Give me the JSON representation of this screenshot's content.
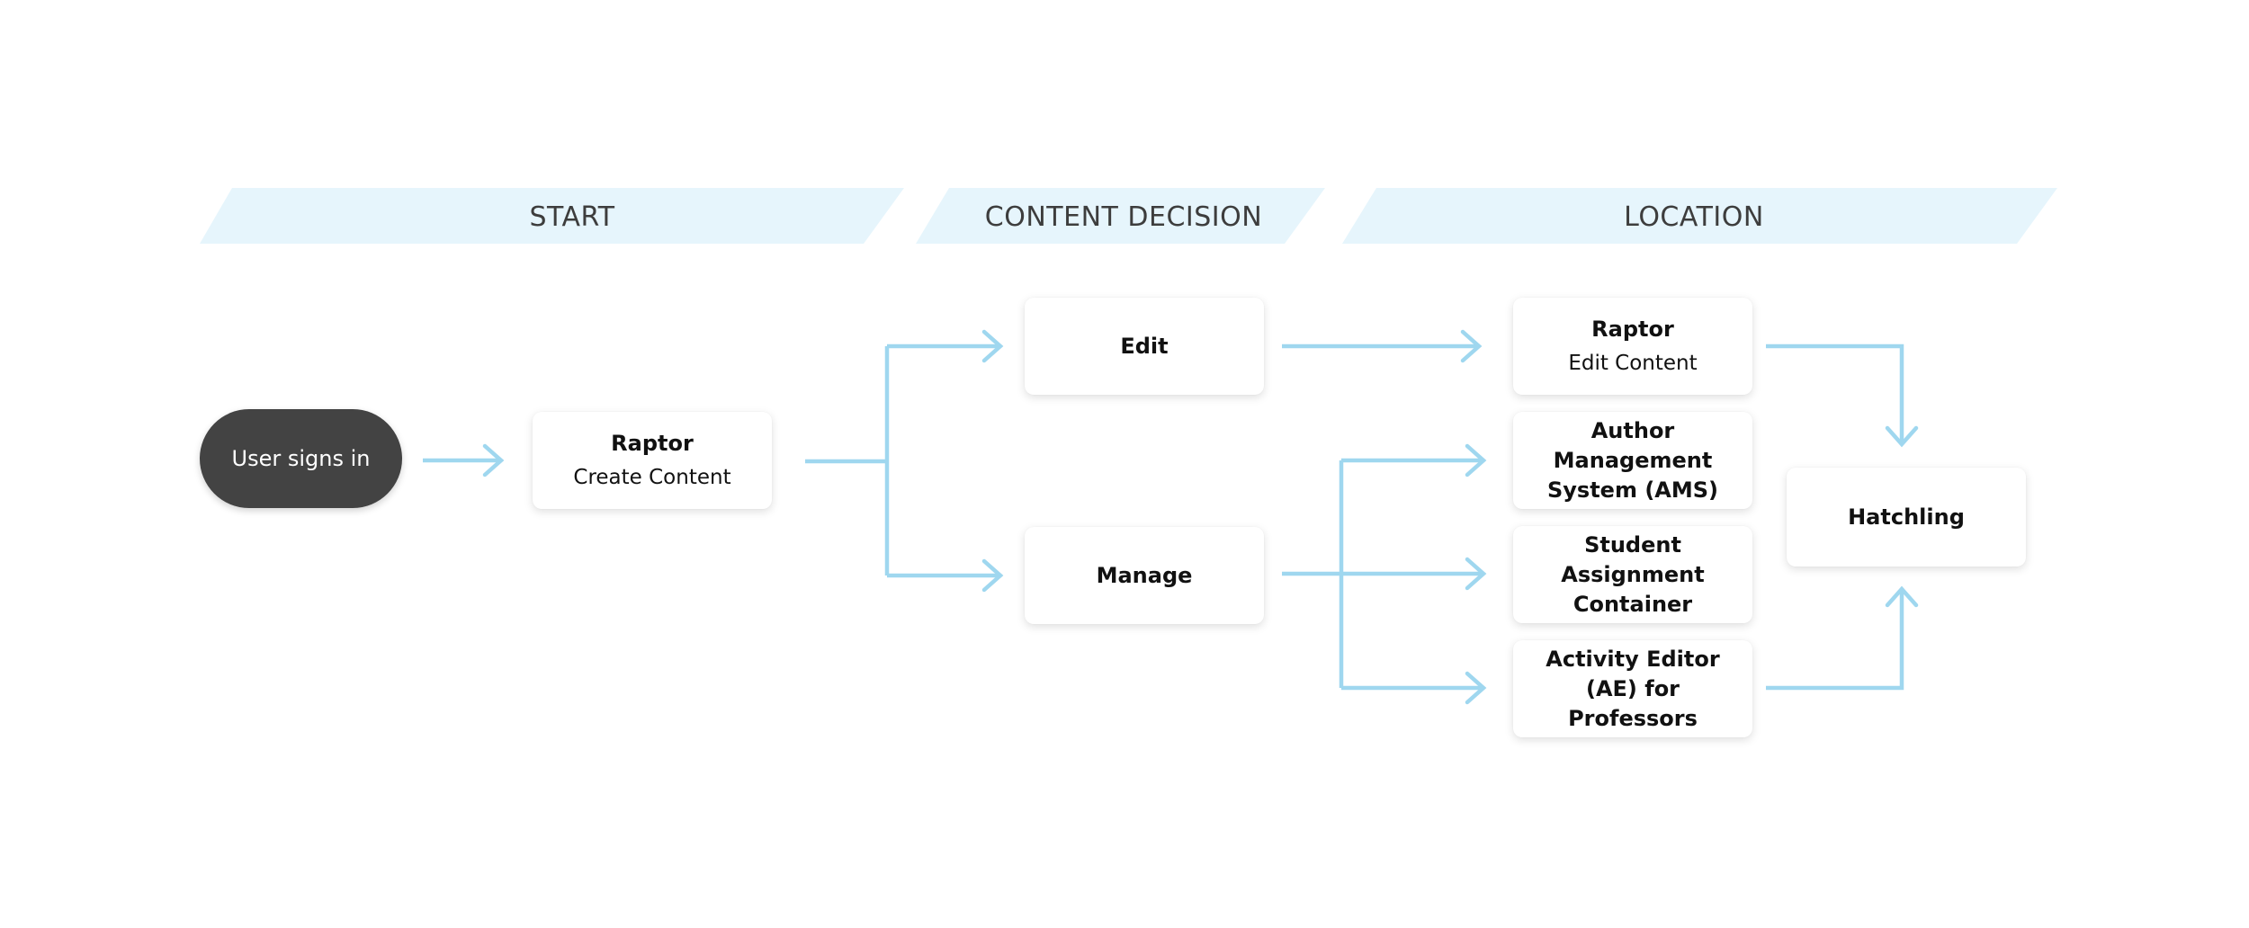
{
  "lanes": [
    {
      "label": "START"
    },
    {
      "label": "CONTENT DECISION"
    },
    {
      "label": "LOCATION"
    }
  ],
  "nodes": {
    "user_signs_in": {
      "title": "User signs in"
    },
    "raptor_create": {
      "title": "Raptor",
      "subtitle": "Create Content"
    },
    "edit": {
      "title": "Edit"
    },
    "manage": {
      "title": "Manage"
    },
    "raptor_edit": {
      "title": "Raptor",
      "subtitle": "Edit Content"
    },
    "ams": {
      "title": "Author Management System (AMS)"
    },
    "student_assignment": {
      "title": "Student Assignment Container"
    },
    "activity_editor": {
      "title": "Activity Editor (AE) for Professors"
    },
    "hatchling": {
      "title": "Hatchling"
    }
  },
  "edges": [
    {
      "from": "User signs in",
      "to": "Raptor Create Content"
    },
    {
      "from": "Raptor Create Content",
      "to": "Edit"
    },
    {
      "from": "Raptor Create Content",
      "to": "Manage"
    },
    {
      "from": "Edit",
      "to": "Raptor Edit Content"
    },
    {
      "from": "Manage",
      "to": "Author Management System (AMS)"
    },
    {
      "from": "Manage",
      "to": "Student Assignment Container"
    },
    {
      "from": "Manage",
      "to": "Activity Editor (AE) for Professors"
    },
    {
      "from": "Raptor Edit Content",
      "to": "Hatchling"
    },
    {
      "from": "Activity Editor (AE) for Professors",
      "to": "Hatchling"
    }
  ],
  "colors": {
    "lane_band": "#e6f5fc",
    "lane_text": "#3d3d3d",
    "connector": "#9fd7ef",
    "terminal_fill": "#434343",
    "terminal_text": "#ffffff",
    "node_fill": "#ffffff",
    "node_text": "#111111"
  }
}
